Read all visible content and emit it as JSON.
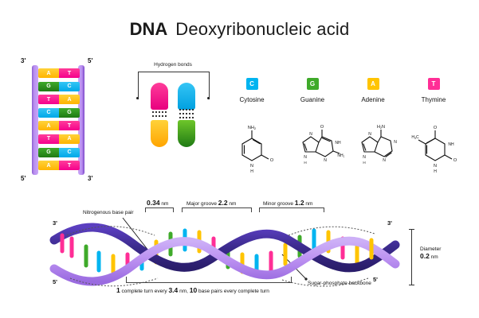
{
  "title": {
    "abbr": "DNA",
    "full": "Deoxyribonucleic acid"
  },
  "ladder": {
    "ends": {
      "top_left": "3'",
      "top_right": "5'",
      "bottom_left": "5'",
      "bottom_right": "3'"
    },
    "pairs": [
      {
        "left": "A",
        "right": "T"
      },
      {
        "left": "G",
        "right": "C"
      },
      {
        "left": "T",
        "right": "A"
      },
      {
        "left": "C",
        "right": "G"
      },
      {
        "left": "A",
        "right": "T"
      },
      {
        "left": "T",
        "right": "A"
      },
      {
        "left": "G",
        "right": "C"
      },
      {
        "left": "A",
        "right": "T"
      }
    ]
  },
  "hydrogen_bonds": {
    "label": "Hydrogen bonds"
  },
  "bases": [
    {
      "letter": "C",
      "name": "Cytosine",
      "color": "#00b4f0"
    },
    {
      "letter": "G",
      "name": "Guanine",
      "color": "#3faa2a"
    },
    {
      "letter": "A",
      "name": "Adenine",
      "color": "#ffc400"
    },
    {
      "letter": "T",
      "name": "Thymine",
      "color": "#ff2e96"
    }
  ],
  "chem_labels": {
    "cytosine": [
      "NH2",
      "N",
      "H",
      "O"
    ],
    "guanine": [
      "O",
      "NH",
      "NH2",
      "N",
      "H"
    ],
    "adenine": [
      "H2N",
      "N",
      "H"
    ],
    "thymine": [
      "H3C",
      "O",
      "NH",
      "N",
      "H",
      "O"
    ]
  },
  "helix": {
    "ends": {
      "left_top": "3'",
      "left_bottom": "5'",
      "right_top": "3'",
      "right_bottom": "5'"
    },
    "base_pair_label": "Nitrogenous base pair",
    "backbone_label": "Sugar-phosphate backbone",
    "rise": {
      "value": "0.34",
      "unit": "nm"
    },
    "major_groove": {
      "name": "Major groove",
      "value": "2.2",
      "unit": "nm"
    },
    "minor_groove": {
      "name": "Minor groove",
      "value": "1.2",
      "unit": "nm"
    },
    "diameter": {
      "name": "Diameter",
      "value": "0.2",
      "unit": "nm"
    },
    "turn_caption": {
      "n_turn": "1",
      "turn_text": "complete turn every",
      "length": "3.4",
      "unit": "nm,",
      "n_bp": "10",
      "bp_text": "base pairs every complete turn"
    }
  },
  "colors": {
    "adenine": "#ffc400",
    "thymine": "#ff2e96",
    "guanine": "#3faa2a",
    "cytosine": "#00b4f0",
    "backbone_light": "#b98ef0",
    "backbone_dark": "#3b2a8c",
    "text": "#111111"
  }
}
